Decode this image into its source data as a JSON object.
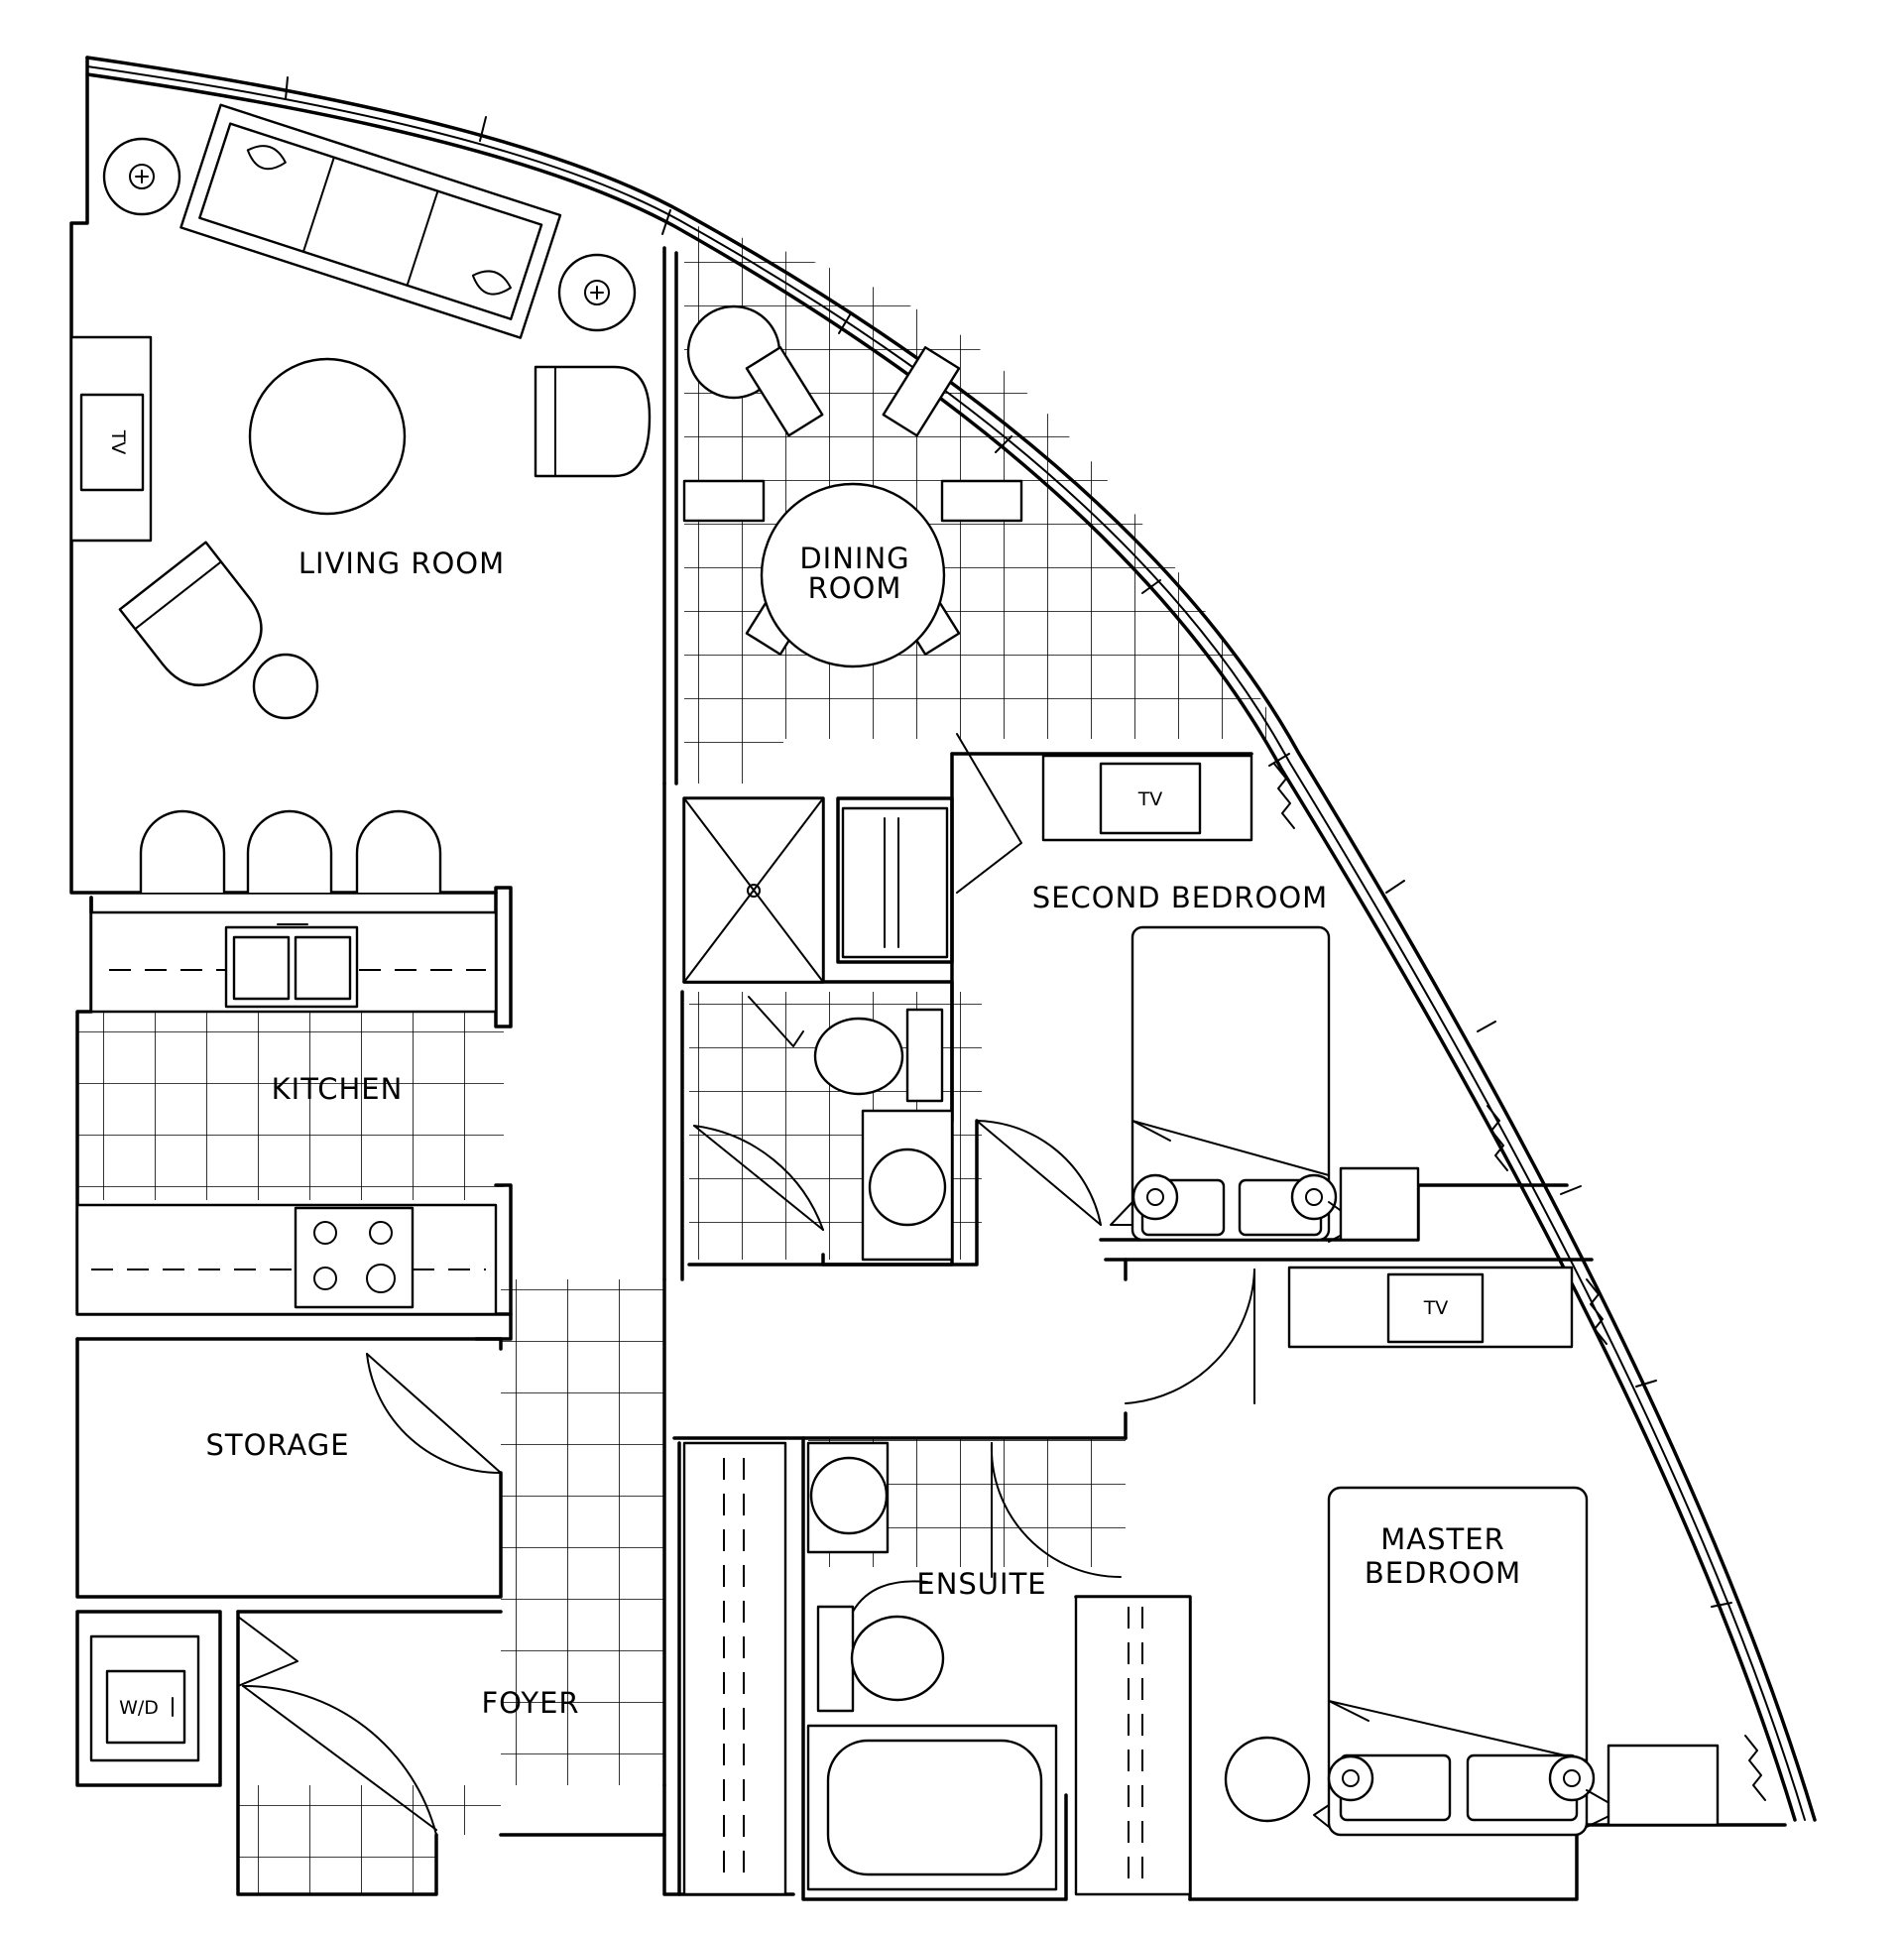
{
  "rooms": {
    "living_room": "LIVING ROOM",
    "dining_room_line1": "DINING",
    "dining_room_line2": "ROOM",
    "second_bedroom": "SECOND BEDROOM",
    "kitchen": "KITCHEN",
    "storage": "STORAGE",
    "ensuite": "ENSUITE",
    "master_bedroom_line1": "MASTER",
    "master_bedroom_line2": "BEDROOM",
    "foyer": "FOYER"
  },
  "fixtures": {
    "tv_living": "TV",
    "tv_second_bedroom": "TV",
    "tv_master_bedroom": "TV",
    "washer_dryer": "W/D"
  }
}
